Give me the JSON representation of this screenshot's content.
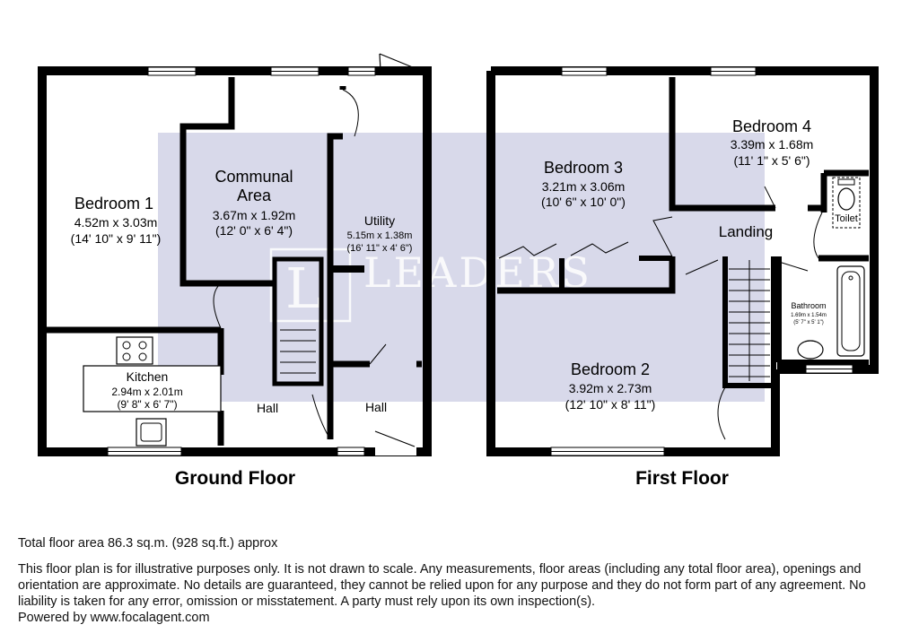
{
  "watermark": {
    "logo_letter": "L",
    "brand": "LEADERS"
  },
  "ground_floor": {
    "title": "Ground Floor",
    "rooms": {
      "bedroom1": {
        "name": "Bedroom 1",
        "metric": "4.52m x 3.03m",
        "imperial": "(14' 10\" x 9' 11\")"
      },
      "communal": {
        "name_line1": "Communal",
        "name_line2": "Area",
        "metric": "3.67m x 1.92m",
        "imperial": "(12' 0\" x 6' 4\")"
      },
      "utility": {
        "name": "Utility",
        "metric": "5.15m x 1.38m",
        "imperial": "(16' 11\" x 4' 6\")"
      },
      "kitchen": {
        "name": "Kitchen",
        "metric": "2.94m x 2.01m",
        "imperial": "(9' 8\" x 6' 7\")"
      },
      "hall_left": {
        "name": "Hall"
      },
      "hall_right": {
        "name": "Hall"
      }
    }
  },
  "first_floor": {
    "title": "First Floor",
    "rooms": {
      "bedroom3": {
        "name": "Bedroom 3",
        "metric": "3.21m x 3.06m",
        "imperial": "(10' 6\" x 10' 0\")"
      },
      "bedroom4": {
        "name": "Bedroom 4",
        "metric": "3.39m x 1.68m",
        "imperial": "(11' 1\" x 5' 6\")"
      },
      "landing": {
        "name": "Landing"
      },
      "toilet": {
        "name": "Toilet"
      },
      "bathroom": {
        "name": "Bathroom",
        "metric": "1.69m x 1.54m",
        "imperial": "(5' 7\" x 5' 1\")"
      },
      "bedroom2": {
        "name": "Bedroom 2",
        "metric": "3.92m x 2.73m",
        "imperial": "(12' 10\" x 8' 11\")"
      }
    }
  },
  "footer": {
    "total_area": "Total floor area 86.3 sq.m. (928 sq.ft.) approx",
    "disclaimer": "This floor plan is for illustrative purposes only. It is not drawn to scale. Any measurements, floor areas (including any total floor area), openings and orientation are approximate. No details are guaranteed, they cannot be relied upon for any purpose and they do not form part of any agreement. No liability is taken for any error, omission or misstatement. A party must rely upon its own inspection(s).",
    "powered_by": "Powered by www.focalagent.com"
  },
  "colors": {
    "wall": "#000000",
    "watermark_box": "#d8d9ea",
    "window": "#ffffff"
  }
}
